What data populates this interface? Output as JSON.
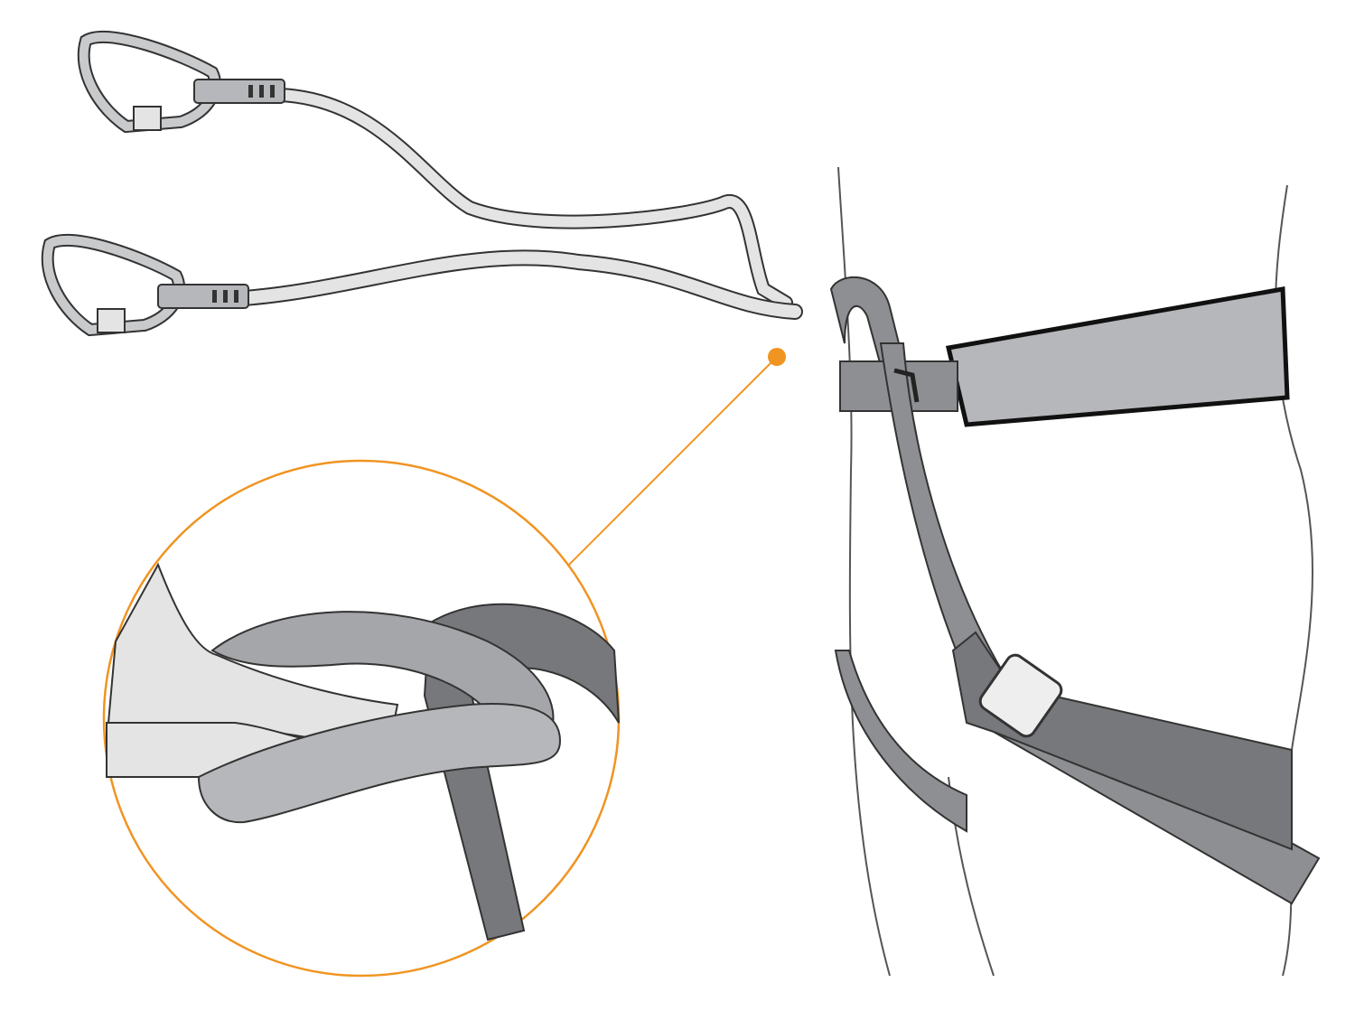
{
  "colors": {
    "background": "#ffffff",
    "outline": "#333333",
    "harness_strap": "#8e8f92",
    "harness_strap_dark": "#77787b",
    "waist_pad": "#b6b7ba",
    "lanyard": "#e4e4e5",
    "carabiner": "#c9cacc",
    "callout_accent": "#f09422",
    "body_line": "#555555"
  },
  "icons": [
    "carabiner-icon",
    "lanyard",
    "harness",
    "girth-hitch-detail"
  ]
}
